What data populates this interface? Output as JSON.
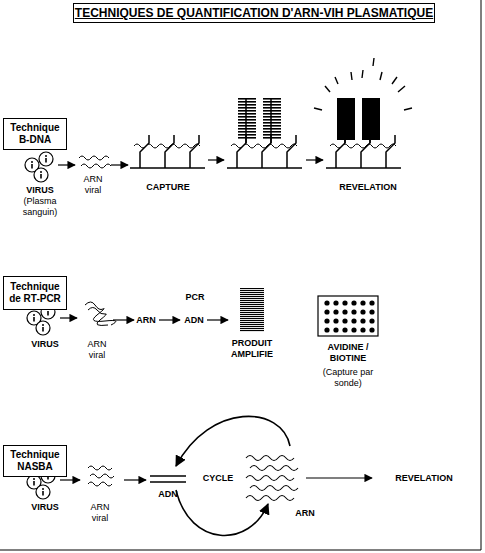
{
  "diagram": {
    "title": "TECHNIQUES DE QUANTIFICATION D'ARN-VIH PLASMATIQUE",
    "nodes": [
      {
        "text": [
          "Technique B-DNA"
        ]
      },
      {
        "text": [
          "Technique de RT-PCR"
        ]
      },
      {
        "text": [
          "Technique NASBA"
        ]
      }
    ],
    "labels": [
      "VIRUS",
      "(Plasma sanguin)",
      "ARN viral",
      "CAPTURE",
      "REVELATION",
      "VIRUS",
      "ARN viral",
      "PCR",
      "ARN",
      "ADN",
      "PRODUIT AMPLIFIE",
      "AVIDINE / BIOTINE",
      "(Capture par sonde)",
      "VIRUS",
      "ARN viral",
      "CYCLE",
      "ADN",
      "ARN",
      "REVELATION"
    ]
  }
}
